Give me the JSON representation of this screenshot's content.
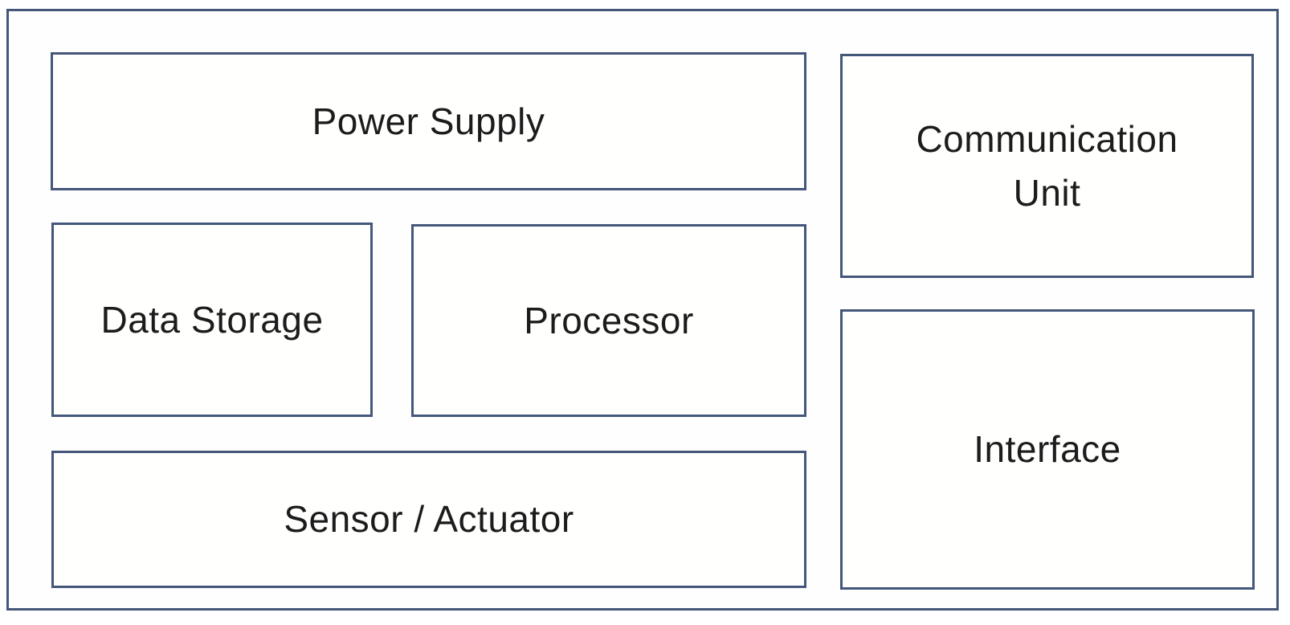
{
  "diagram": {
    "colors": {
      "border": "#44567a",
      "box_fill": "#fffffe",
      "text": "#1c1c1c",
      "background": "#ffffff"
    },
    "boxes": [
      {
        "id": "power-supply",
        "label": "Power Supply"
      },
      {
        "id": "data-storage",
        "label": "Data Storage"
      },
      {
        "id": "processor",
        "label": "Processor"
      },
      {
        "id": "sensor-actuator",
        "label": "Sensor / Actuator"
      },
      {
        "id": "communication-unit",
        "label": "Communication Unit"
      },
      {
        "id": "interface",
        "label": "Interface"
      }
    ]
  }
}
